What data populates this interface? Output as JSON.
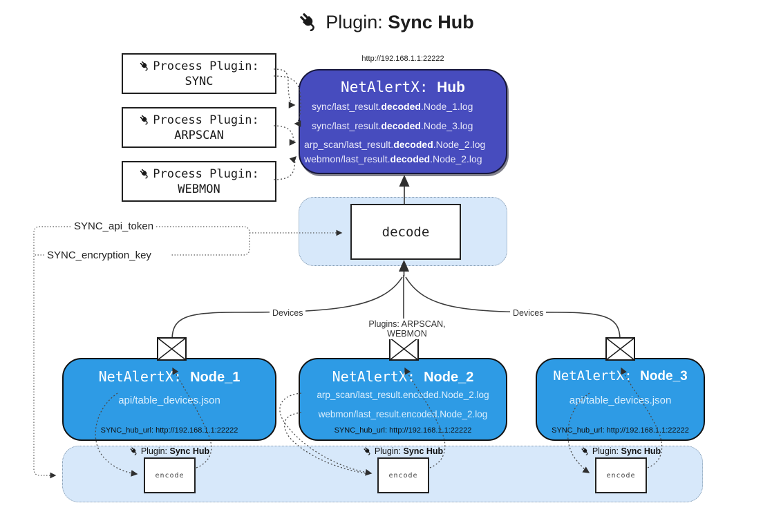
{
  "title": {
    "prefix": "Plugin: ",
    "name": "Sync Hub"
  },
  "process_plugins": [
    {
      "label": "Process Plugin:",
      "name": "SYNC"
    },
    {
      "label": "Process Plugin:",
      "name": "ARPSCAN"
    },
    {
      "label": "Process Plugin:",
      "name": "WEBMON"
    }
  ],
  "hub": {
    "url": "http://192.168.1.1:22222",
    "title_prefix": "NetAlertX: ",
    "title_name": "Hub",
    "lines": [
      {
        "pre": "sync/last_result.",
        "bold": "decoded",
        "post": ".Node_1.log"
      },
      {
        "pre": "sync/last_result.",
        "bold": "decoded",
        "post": ".Node_3.log"
      },
      {
        "pre": "arp_scan/last_result.",
        "bold": "decoded",
        "post": ".Node_2.log"
      },
      {
        "pre": "webmon/last_result.",
        "bold": "decoded",
        "post": ".Node_2.log"
      }
    ]
  },
  "decode_label": "decode",
  "settings": {
    "api_token": "SYNC_api_token",
    "encryption_key": "SYNC_encryption_key"
  },
  "edges": {
    "devices_left": "Devices",
    "plugins_middle": "Plugins: ARPSCAN, WEBMON",
    "devices_right": "Devices"
  },
  "nodes": [
    {
      "title_prefix": "NetAlertX: ",
      "name": "Node_1",
      "lines": [
        "api/table_devices.json"
      ],
      "footer": "SYNC_hub_url: http://192.168.1.1:22222"
    },
    {
      "title_prefix": "NetAlertX: ",
      "name": "Node_2",
      "lines": [
        "arp_scan/last_result.encoded.Node_2.log",
        "webmon/last_result.encoded.Node_2.log"
      ],
      "footer": "SYNC_hub_url: http://192.168.1.1:22222"
    },
    {
      "title_prefix": "NetAlertX: ",
      "name": "Node_3",
      "lines": [
        "api/table_devices.json"
      ],
      "footer": "SYNC_hub_url: http://192.168.1.1:22222"
    }
  ],
  "encode": {
    "plugin_prefix": "Plugin: ",
    "plugin_name": "Sync Hub",
    "box_label": "encode"
  },
  "colors": {
    "hub_fill": "#474CBE",
    "node_fill": "#2E9BE5",
    "container_fill": "#D7E8FA",
    "line": "#3b3b3b",
    "hub_text": "#e7e7f8",
    "node_text": "#dceffd"
  }
}
